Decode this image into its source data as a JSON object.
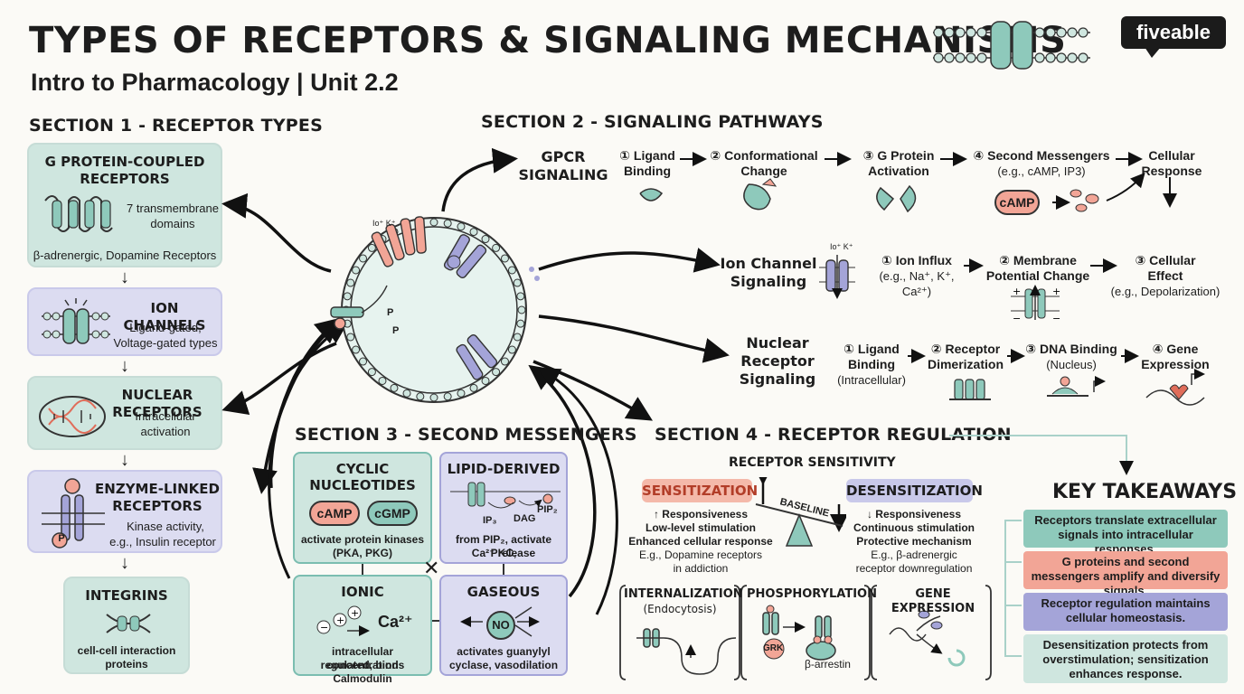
{
  "header": {
    "title": "TYPES OF RECEPTORS & SIGNALING MECHANISMS",
    "subtitle": "Intro to Pharmacology | Unit 2.2",
    "logo": "fiveable"
  },
  "section1": {
    "title": "SECTION 1 - RECEPTOR TYPES",
    "gpcr": {
      "title_1": "G PROTEIN-COUPLED",
      "title_2": "RECEPTORS",
      "desc_1": "7 transmembrane",
      "desc_2": "domains",
      "examples": "β-adrenergic, Dopamine Receptors"
    },
    "ion": {
      "title": "ION CHANNELS",
      "desc_1": "Ligand-gated,",
      "desc_2": "Voltage-gated types"
    },
    "nuclear": {
      "title": "NUCLEAR RECEPTORS",
      "desc_1": "Intracellular",
      "desc_2": "activation"
    },
    "enzyme": {
      "title_1": "ENZYME-LINKED",
      "title_2": "RECEPTORS",
      "desc_1": "Kinase activity,",
      "desc_2": "e.g., Insulin receptor",
      "badge": "P"
    },
    "integrins": {
      "title": "INTEGRINS",
      "desc_1": "cell-cell interaction",
      "desc_2": "proteins"
    }
  },
  "center": {
    "p1": "P",
    "p2": "P",
    "ions": "Io⁺ K⁺"
  },
  "section2": {
    "title": "SECTION 2 - SIGNALING PATHWAYS",
    "gpcr": {
      "label_1": "GPCR",
      "label_2": "SIGNALING",
      "s1_1": "① Ligand",
      "s1_2": "Binding",
      "s2_1": "② Conformational",
      "s2_2": "Change",
      "s3_1": "③ G Protein",
      "s3_2": "Activation",
      "s4_1": "④ Second Messengers",
      "s4_2": "(e.g., cAMP, IP3)",
      "s5_1": "Cellular",
      "s5_2": "Response",
      "camp": "cAMP"
    },
    "ion": {
      "label_1": "Ion Channel",
      "label_2": "Signaling",
      "ions": "Io⁺ K⁺",
      "s1_1": "① Ion Influx",
      "s1_2": "(e.g., Na⁺, K⁺, Ca²⁺)",
      "s2_1": "② Membrane",
      "s2_2": "Potential Change",
      "s3_1": "③ Cellular",
      "s3_2": "Effect",
      "s3_3": "(e.g., Depolarization)"
    },
    "nuclear": {
      "label_1": "Nuclear",
      "label_2": "Receptor",
      "label_3": "Signaling",
      "s1_1": "① Ligand",
      "s1_2": "Binding",
      "s1_3": "(Intracellular)",
      "s2_1": "② Receptor",
      "s2_2": "Dimerization",
      "s3_1": "③ DNA Binding",
      "s3_2": "(Nucleus)",
      "s4_1": "④ Gene",
      "s4_2": "Expression"
    }
  },
  "section3": {
    "title": "SECTION 3 - SECOND MESSENGERS",
    "cyclic": {
      "title_1": "CYCLIC",
      "title_2": "NUCLEOTIDES",
      "camp": "cAMP",
      "cgmp": "cGMP",
      "desc_1": "activate protein kinases",
      "desc_2": "(PKA, PKG)"
    },
    "lipid": {
      "title": "LIPID-DERIVED",
      "pip2": "PIP₂",
      "ip3": "IP₃",
      "dag": "DAG",
      "desc_1": "from PIP₂, activate PKC,",
      "desc_2": "Ca²⁺ release"
    },
    "ionic": {
      "title": "IONIC",
      "ca": "Ca²⁺",
      "desc_1": "intracellular concentration",
      "desc_2": "regulated, binds Calmodulin"
    },
    "gaseous": {
      "title": "GASEOUS",
      "no": "NO",
      "desc_1": "activates guanylyl",
      "desc_2": "cyclase, vasodilation"
    }
  },
  "section4": {
    "title": "SECTION 4 - RECEPTOR REGULATION",
    "sensitivity": "RECEPTOR SENSITIVITY",
    "sens_tag": "SENSITIZATION",
    "desens_tag": "DESENSITIZATION",
    "baseline": "BASELINE",
    "sens_1": "↑ Responsiveness",
    "sens_2": "Low-level stimulation",
    "sens_3": "Enhanced cellular response",
    "sens_4": "E.g., Dopamine receptors",
    "sens_5": "in addiction",
    "des_1": "↓ Responsiveness",
    "des_2": "Continuous stimulation",
    "des_3": "Protective mechanism",
    "des_4": "E.g., β-adrenergic",
    "des_5": "receptor downregulation",
    "intern_1": "INTERNALIZATION",
    "intern_2": "(Endocytosis)",
    "phos": "PHOSPHORYLATION",
    "grk": "GRK",
    "arrestin": "β-arrestin",
    "gene": "GENE EXPRESSION"
  },
  "takeaways": {
    "title": "KEY TAKEAWAYS",
    "t1": "Receptors translate extracellular signals into intracellular responses.",
    "t2": "G proteins and second messengers amplify and diversify signals.",
    "t3": "Receptor regulation maintains cellular homeostasis.",
    "t4": "Desensitization protects from overstimulation; sensitization enhances response."
  },
  "colors": {
    "teal": "#cfe6df",
    "purple": "#dcdcf1",
    "salmon": "#f2a596",
    "ink": "#1d1d1d"
  }
}
